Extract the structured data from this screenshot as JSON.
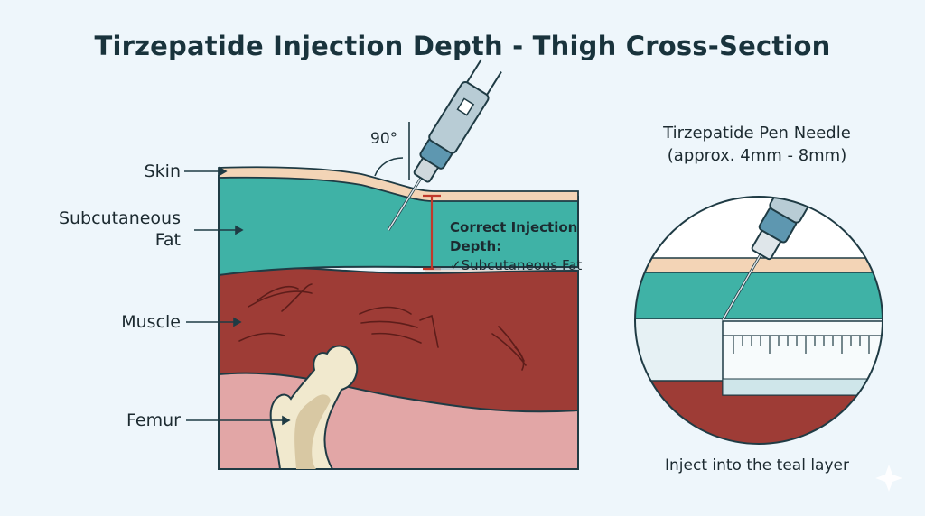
{
  "title": "Tirzepatide Injection Depth - Thigh Cross-Section",
  "cross_section": {
    "labels": {
      "skin": "Skin",
      "subcutaneous_fat_line1": "Subcutaneous",
      "subcutaneous_fat_line2": "Fat",
      "muscle": "Muscle",
      "femur": "Femur"
    },
    "angle_label": "90°",
    "depth_label": "Correct Injection Depth:",
    "depth_check": "✓",
    "depth_target": "Subcutaneous Fat"
  },
  "needle_detail": {
    "title_line1": "Tirzepatide Pen Needle",
    "title_line2": "(approx. 4mm - 8mm)",
    "caption": "Inject into the teal layer"
  },
  "colors": {
    "skin": "#f3d4b6",
    "fat": "#3fb2a6",
    "muscle": "#9e3c36",
    "tissue_below": "#e2a6a6",
    "bone": "#f1e9ce",
    "marrow": "#d8c8a3",
    "depth_marker": "#c0392b",
    "outline": "#1f3b44"
  }
}
